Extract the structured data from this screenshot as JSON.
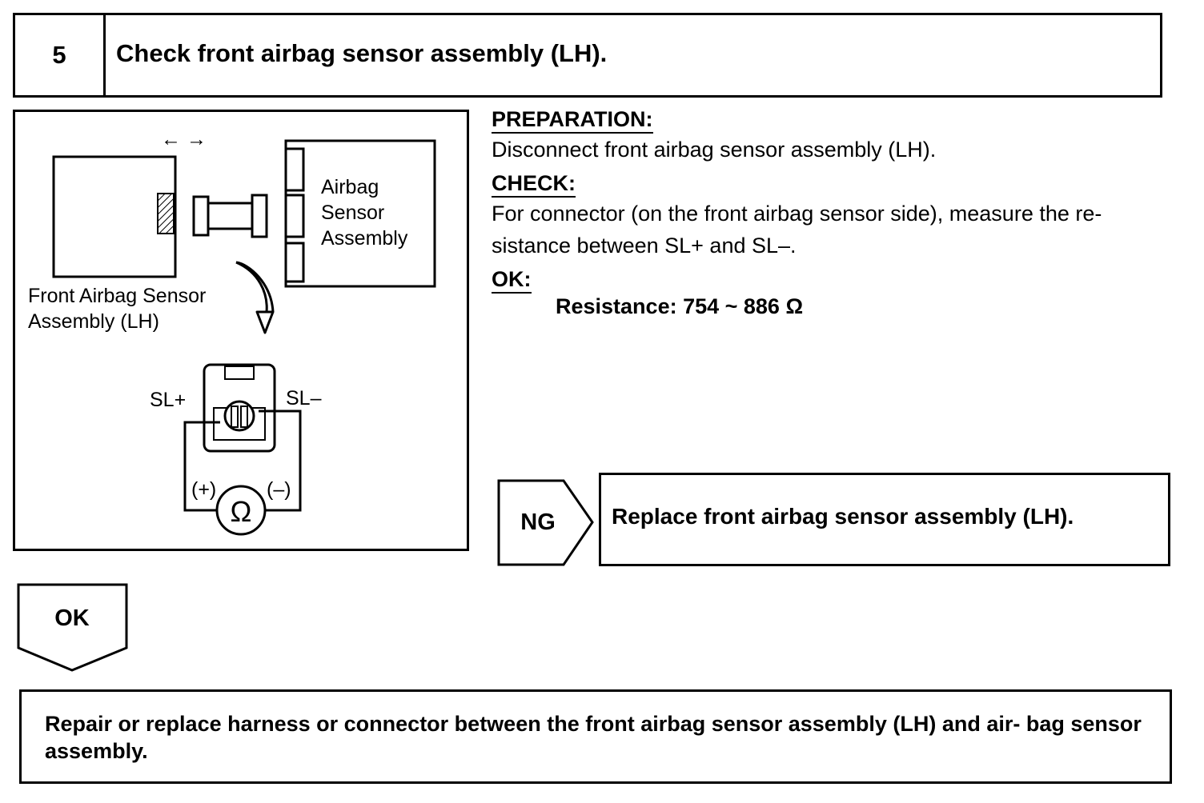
{
  "step": {
    "number": "5",
    "title": "Check front airbag sensor assembly (LH)."
  },
  "figure": {
    "arrow_hint": "← →",
    "airbag_sensor_label": [
      "Airbag",
      "Sensor",
      "Assembly"
    ],
    "front_sensor_label": [
      "Front Airbag Sensor",
      "Assembly (LH)"
    ],
    "terminal_plus": "SL+",
    "terminal_minus": "SL–",
    "meter_plus": "(+)",
    "meter_minus": "(–)",
    "ohm_symbol": "Ω"
  },
  "instructions": {
    "preparation_heading": "PREPARATION:",
    "preparation_text": "Disconnect front airbag sensor assembly (LH).",
    "check_heading": "CHECK:",
    "check_line1": "For connector (on the front airbag sensor side), measure the re-",
    "check_line2": "sistance between SL+ and SL–.",
    "ok_heading": "OK:",
    "ok_value": "Resistance: 754 ~ 886 Ω"
  },
  "ng": {
    "label": "NG",
    "result": "Replace front airbag sensor assembly (LH)."
  },
  "ok": {
    "label": "OK",
    "result": "Repair or replace harness or connector between the front airbag sensor assembly (LH) and air- bag sensor assembly."
  }
}
